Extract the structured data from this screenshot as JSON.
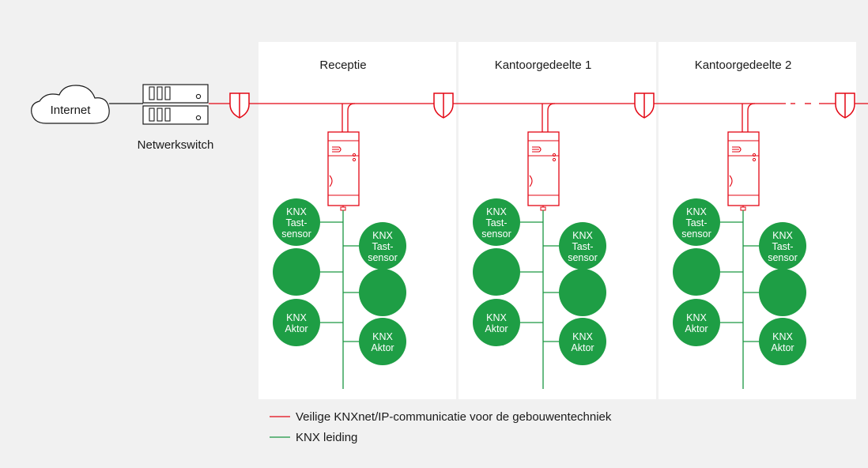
{
  "cloud": {
    "label": "Internet"
  },
  "switch": {
    "label": "Netwerkswitch"
  },
  "zones": [
    {
      "title": "Receptie",
      "left_devices": [
        {
          "lines": [
            "KNX",
            "Tast-",
            "sensor"
          ]
        },
        {
          "lines": []
        },
        {
          "lines": [
            "KNX",
            "Aktor"
          ]
        }
      ],
      "right_devices": [
        {
          "lines": [
            "KNX",
            "Tast-",
            "sensor"
          ]
        },
        {
          "lines": []
        },
        {
          "lines": [
            "KNX",
            "Aktor"
          ]
        }
      ]
    },
    {
      "title": "Kantoorgedeelte 1",
      "left_devices": [
        {
          "lines": [
            "KNX",
            "Tast-",
            "sensor"
          ]
        },
        {
          "lines": []
        },
        {
          "lines": [
            "KNX",
            "Aktor"
          ]
        }
      ],
      "right_devices": [
        {
          "lines": [
            "KNX",
            "Tast-",
            "sensor"
          ]
        },
        {
          "lines": []
        },
        {
          "lines": [
            "KNX",
            "Aktor"
          ]
        }
      ]
    },
    {
      "title": "Kantoorgedeelte 2",
      "left_devices": [
        {
          "lines": [
            "KNX",
            "Tast-",
            "sensor"
          ]
        },
        {
          "lines": []
        },
        {
          "lines": [
            "KNX",
            "Aktor"
          ]
        }
      ],
      "right_devices": [
        {
          "lines": [
            "KNX",
            "Tast-",
            "sensor"
          ]
        },
        {
          "lines": []
        },
        {
          "lines": [
            "KNX",
            "Aktor"
          ]
        }
      ]
    }
  ],
  "legend": {
    "items": [
      {
        "label": "Veilige KNXnet/IP-communicatie voor de gebouwentechniek",
        "color": "#e30613"
      },
      {
        "label": "KNX leiding",
        "color": "#1a9641"
      }
    ]
  },
  "colors": {
    "background": "#f1f1f1",
    "panel": "#ffffff",
    "secure_line": "#e30613",
    "knx_line": "#1a9641",
    "device_fill": "#1e9e45",
    "outline": "#1a1a1a"
  }
}
